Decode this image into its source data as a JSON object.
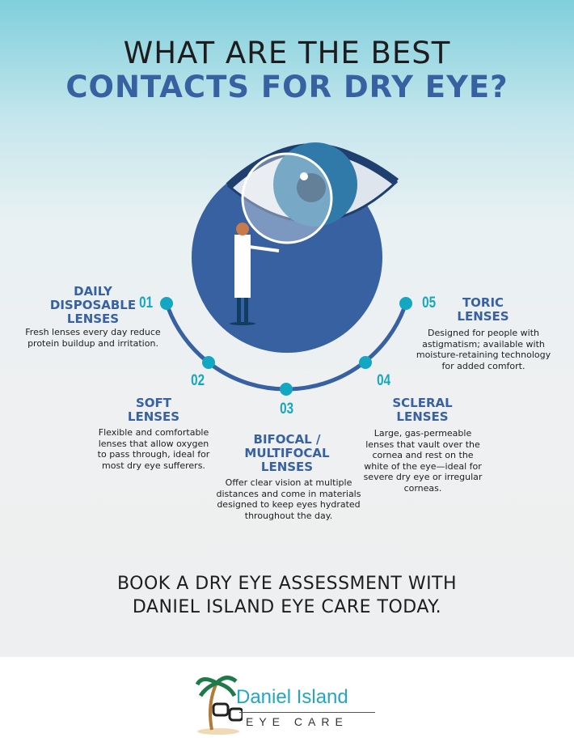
{
  "title": {
    "line1": "WHAT ARE THE BEST",
    "line2": "CONTACTS FOR DRY EYE?"
  },
  "items": [
    {
      "num": "01",
      "title": "DAILY DISPOSABLE LENSES",
      "desc": "Fresh lenses every day reduce protein buildup and irritation."
    },
    {
      "num": "02",
      "title": "SOFT LENSES",
      "desc": "Flexible and comfortable lenses that allow oxygen to pass through, ideal for most dry eye sufferers."
    },
    {
      "num": "03",
      "title": "BIFOCAL / MULTIFOCAL LENSES",
      "desc": "Offer clear vision at multiple distances and come in materials designed to keep eyes hydrated throughout the day."
    },
    {
      "num": "04",
      "title": "SCLERAL LENSES",
      "desc": "Large, gas-permeable lenses that vault over the cornea and rest on the white of the eye—ideal for severe dry eye or irregular corneas."
    },
    {
      "num": "05",
      "title": "TORIC LENSES",
      "desc": "Designed for people with astigmatism; available with moisture-retaining technology for added comfort."
    }
  ],
  "cta": {
    "line1": "BOOK A DRY EYE ASSESSMENT WITH",
    "line2": "DANIEL ISLAND EYE CARE TODAY."
  },
  "logo": {
    "name": "Daniel Island",
    "sub": "EYE CARE"
  },
  "colors": {
    "blue": "#3761a0",
    "teal": "#14a7c3"
  }
}
